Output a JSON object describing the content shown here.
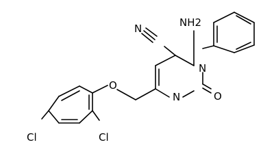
{
  "molecule": {
    "atoms": {
      "nh2": "NH2",
      "n_ring_top": "N",
      "n_ring_bottom": "N",
      "carbonyl_o": "O",
      "ether_o": "O",
      "nitrile_n": "N",
      "cl_ortho": "Cl",
      "cl_para": "Cl"
    }
  }
}
